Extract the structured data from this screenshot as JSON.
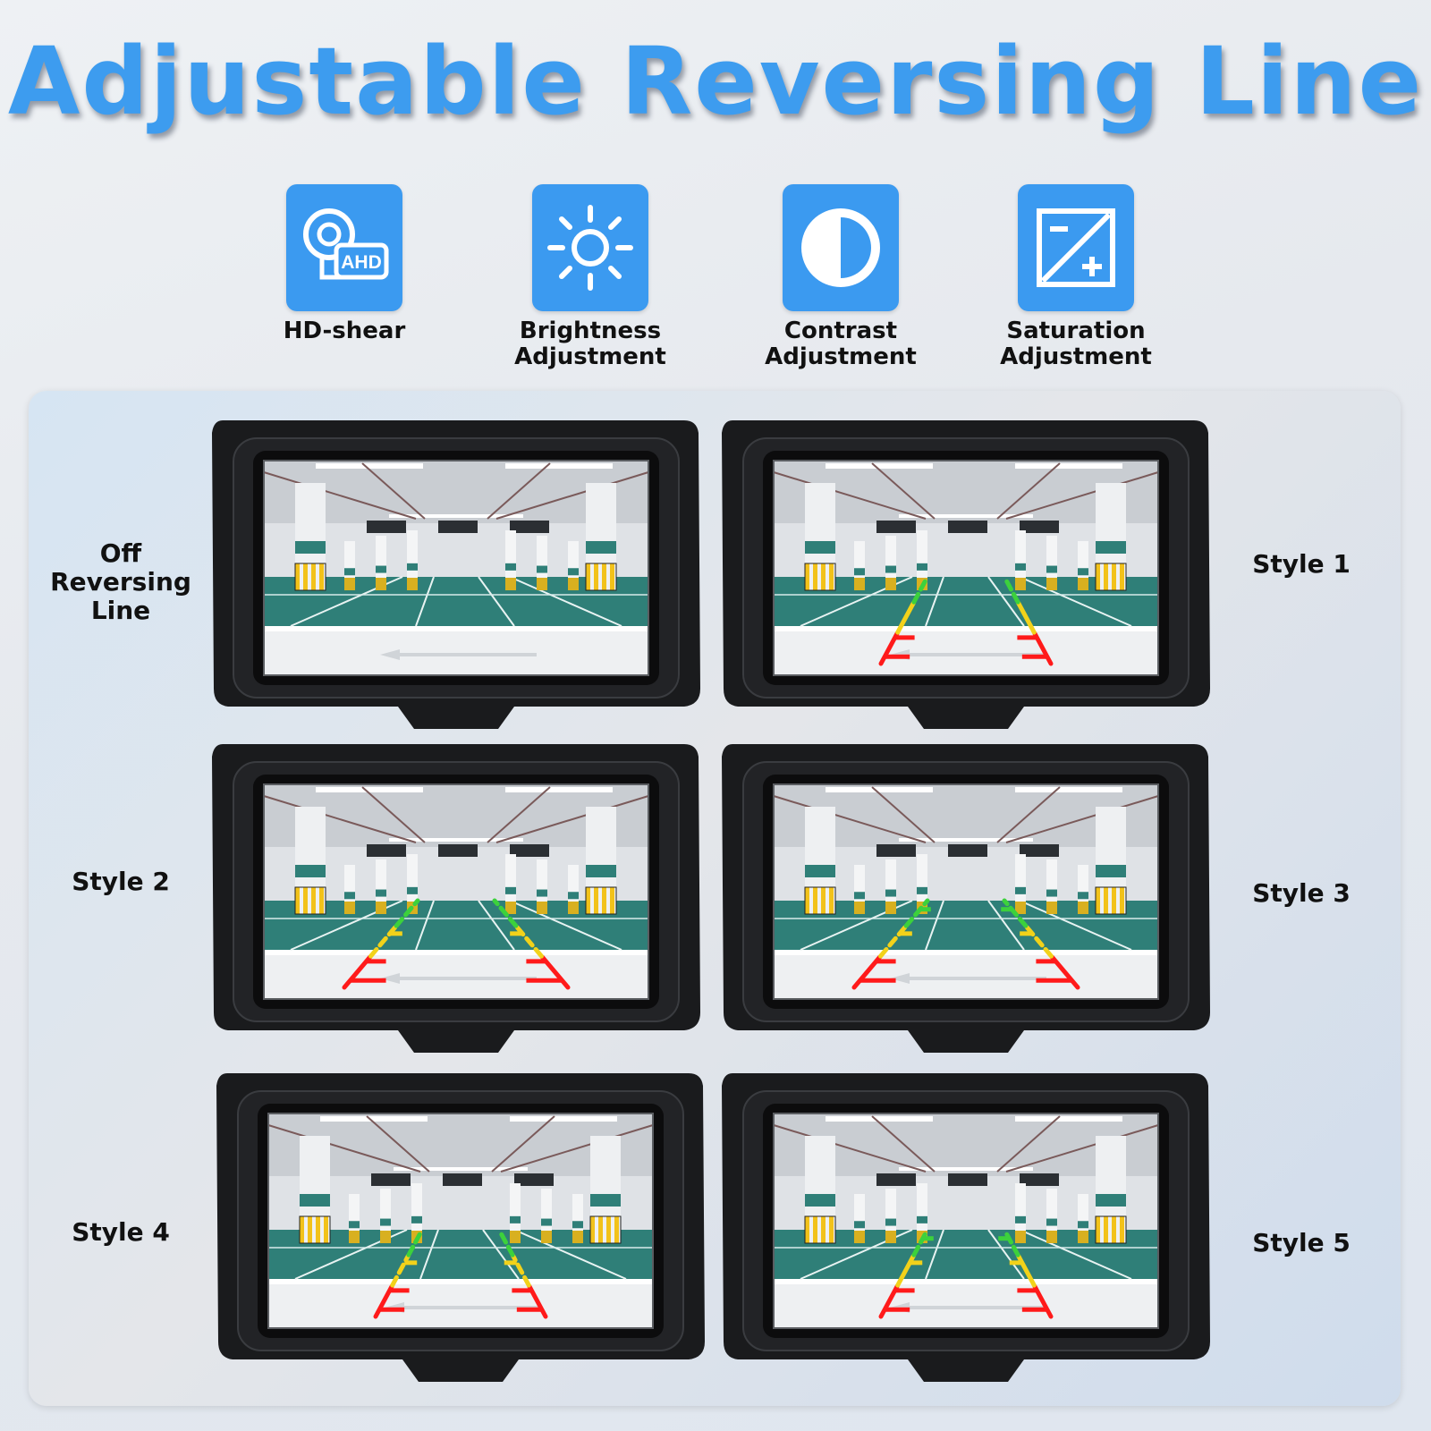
{
  "title": "Adjustable Reversing Line",
  "features": [
    {
      "icon": "ahd-camera-icon",
      "label": "HD-shear",
      "badge": "AHD"
    },
    {
      "icon": "brightness-sun-icon",
      "label": "Brightness\nAdjustment"
    },
    {
      "icon": "contrast-icon",
      "label": "Contrast\nAdjustment"
    },
    {
      "icon": "saturation-icon",
      "label": "Saturation\nAdjustment"
    }
  ],
  "monitors": [
    {
      "label": "Off Reversing\nLine",
      "guide": "none"
    },
    {
      "label": "Style 1",
      "guide": "style1"
    },
    {
      "label": "Style 2",
      "guide": "style2"
    },
    {
      "label": "Style 3",
      "guide": "style3"
    },
    {
      "label": "Style 4",
      "guide": "style4"
    },
    {
      "label": "Style 5",
      "guide": "style5"
    }
  ],
  "colors": {
    "accent": "#3b9af0",
    "title": "#3d9cef",
    "guide_red": "#ff1a1a",
    "guide_yellow": "#f2d21a",
    "guide_green": "#3cd13c",
    "floor": "#2f7f78"
  }
}
